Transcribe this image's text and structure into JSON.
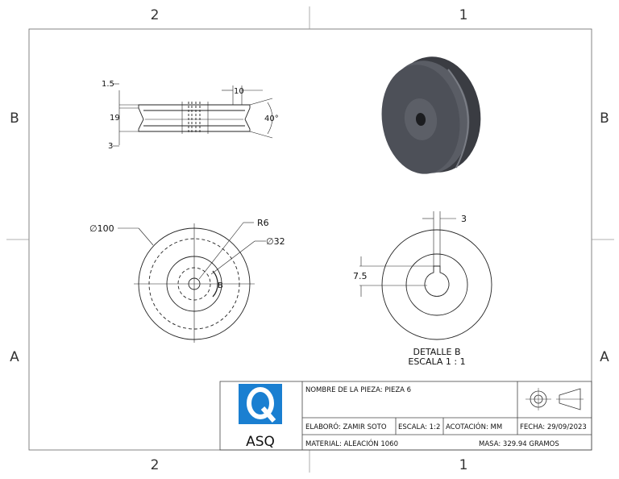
{
  "zones": {
    "top_left": "2",
    "top_right": "1",
    "bottom_left": "2",
    "bottom_right": "1",
    "left_upper": "B",
    "left_lower": "A",
    "right_upper": "B",
    "right_lower": "A"
  },
  "side_view": {
    "dim_top": "1.5",
    "dim_height": "19",
    "dim_bottom": "3",
    "dim_width": "10",
    "dim_angle": "40°"
  },
  "front_view": {
    "dim_diameter": "∅100",
    "dim_radius": "R6",
    "dim_hub": "∅32",
    "detail_label": "B"
  },
  "detail_view": {
    "dim_keyway_width": "3",
    "dim_keyway_depth": "7.5",
    "title": "DETALLE B",
    "scale": "ESCALA 1 : 1"
  },
  "title_block": {
    "logo_text": "ASQ",
    "part_name": "NOMBRE DE LA PIEZA: PIEZA 6",
    "author": "ELABORÓ: ZAMIR SOTO",
    "scale": "ESCALA: 1:2",
    "units": "ACOTACIÓN: MM",
    "date": "FECHA: 29/09/2023",
    "material": "MATERIAL: ALEACIÓN 1060",
    "mass": "MASA: 329.94 GRAMOS"
  },
  "colors": {
    "logo_blue": "#1a7fd1",
    "pulley_dark": "#4d5058",
    "pulley_mid": "#6b6e76"
  }
}
